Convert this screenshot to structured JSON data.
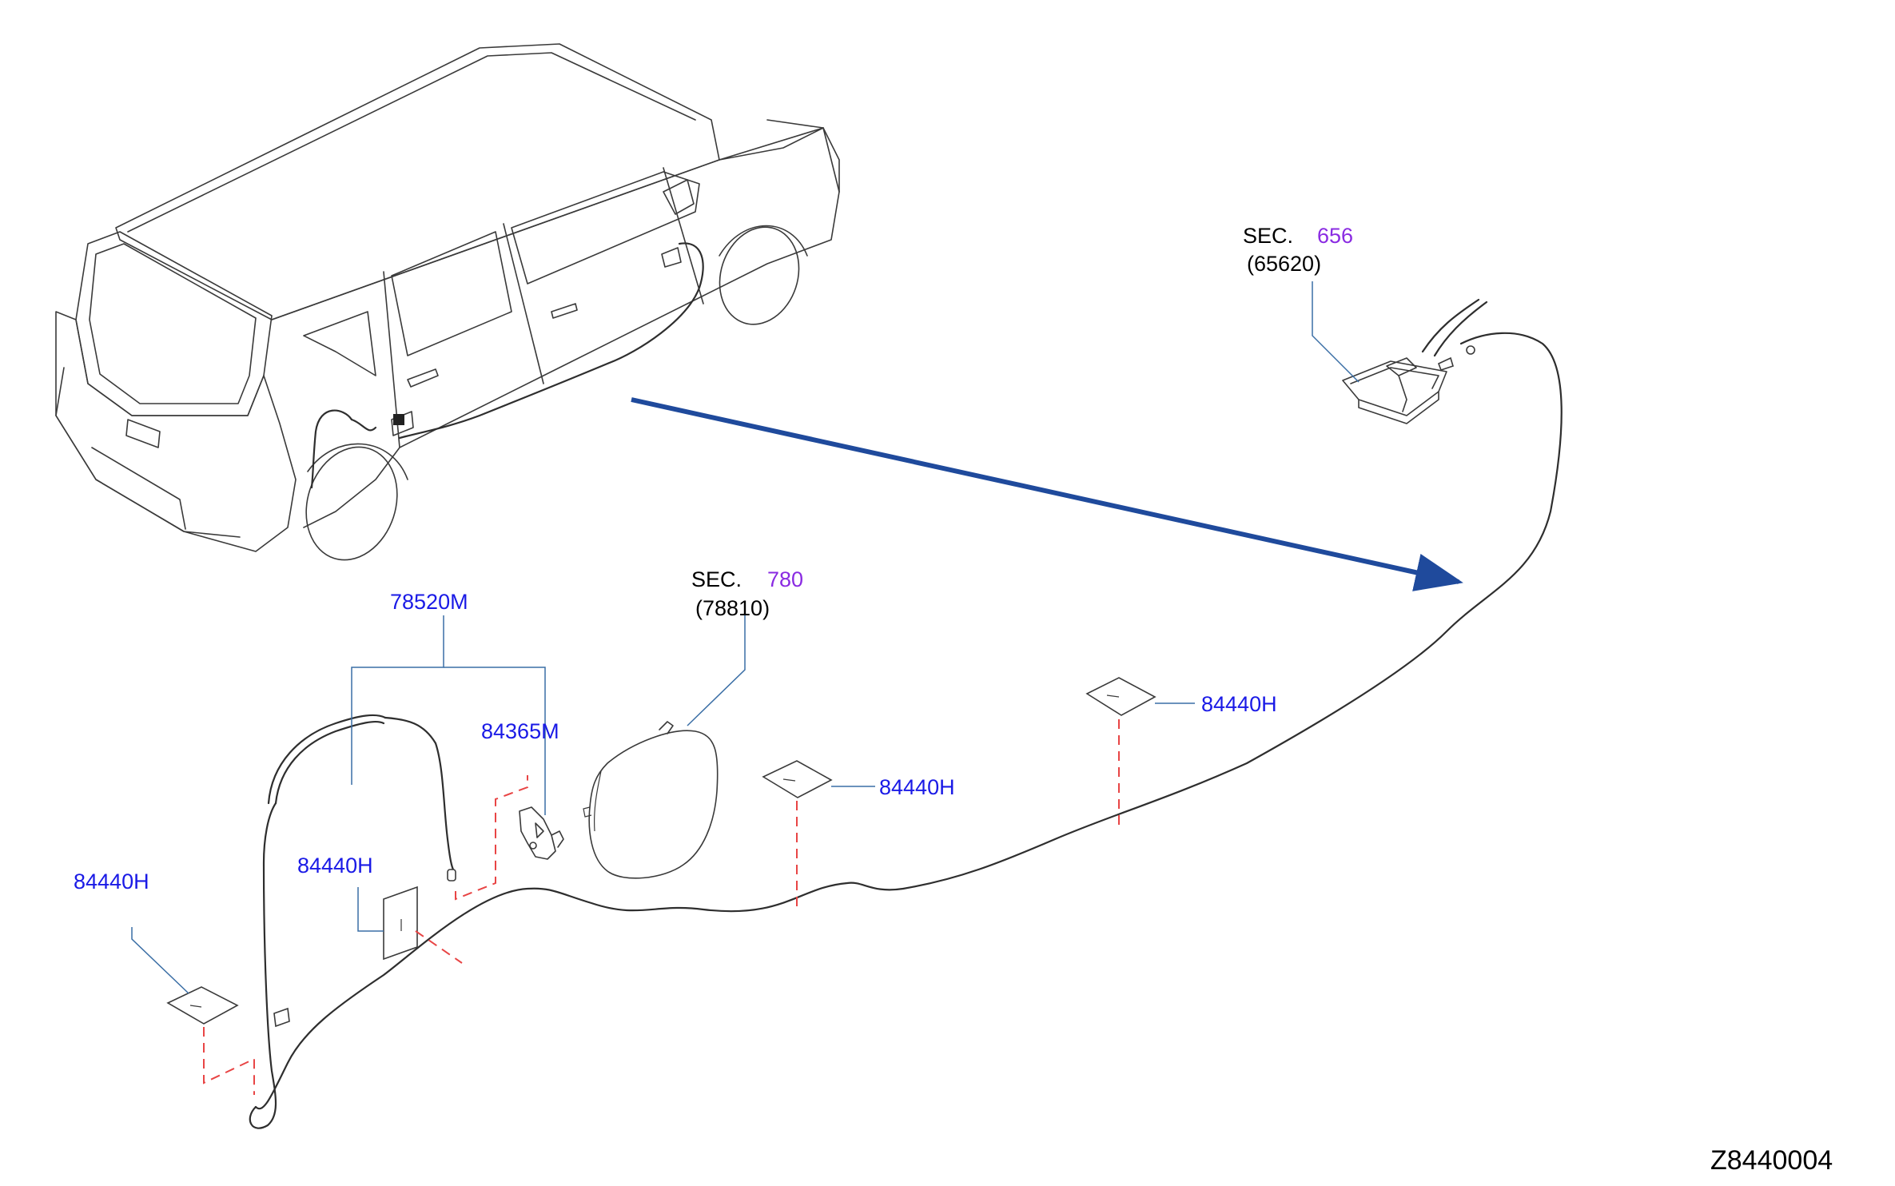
{
  "colors": {
    "part_number": "#1a1ae6",
    "section_number": "#8a2be2",
    "leader_line": "#3a6ea5",
    "dashed_alignment": "#e84545",
    "arrow": "#1f4a9c"
  },
  "icons": [
    "car-vehicle-outline",
    "cable-assembly",
    "fuel-lid-opener-lever",
    "fuel-filler-lid",
    "cable-clip",
    "direction-arrow"
  ],
  "labels": {
    "sec_656_prefix": "SEC.",
    "sec_656_number": "656",
    "sec_656_ref": "(65620)",
    "sec_780_prefix": "SEC.",
    "sec_780_number": "780",
    "sec_780_ref": "(78810)",
    "part_78520M": "78520M",
    "part_84365M": "84365M",
    "clip_right": "84440H",
    "clip_center": "84440H",
    "clip_mid": "84440H",
    "clip_left": "84440H",
    "diagram_code": "Z8440004"
  }
}
